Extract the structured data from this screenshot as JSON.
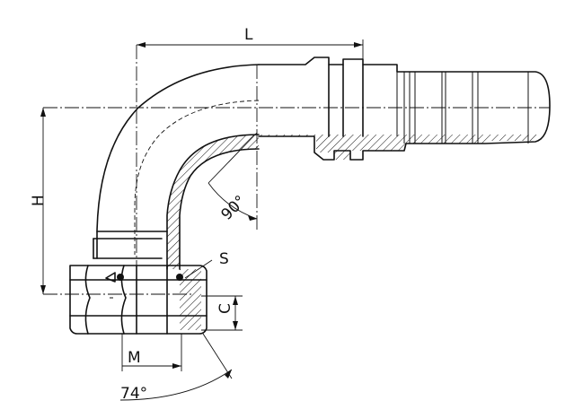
{
  "labels": {
    "L": "L",
    "H": "H",
    "S": "S",
    "C": "C",
    "M": "M",
    "angle_bend": "90°",
    "angle_seat": "74°"
  }
}
